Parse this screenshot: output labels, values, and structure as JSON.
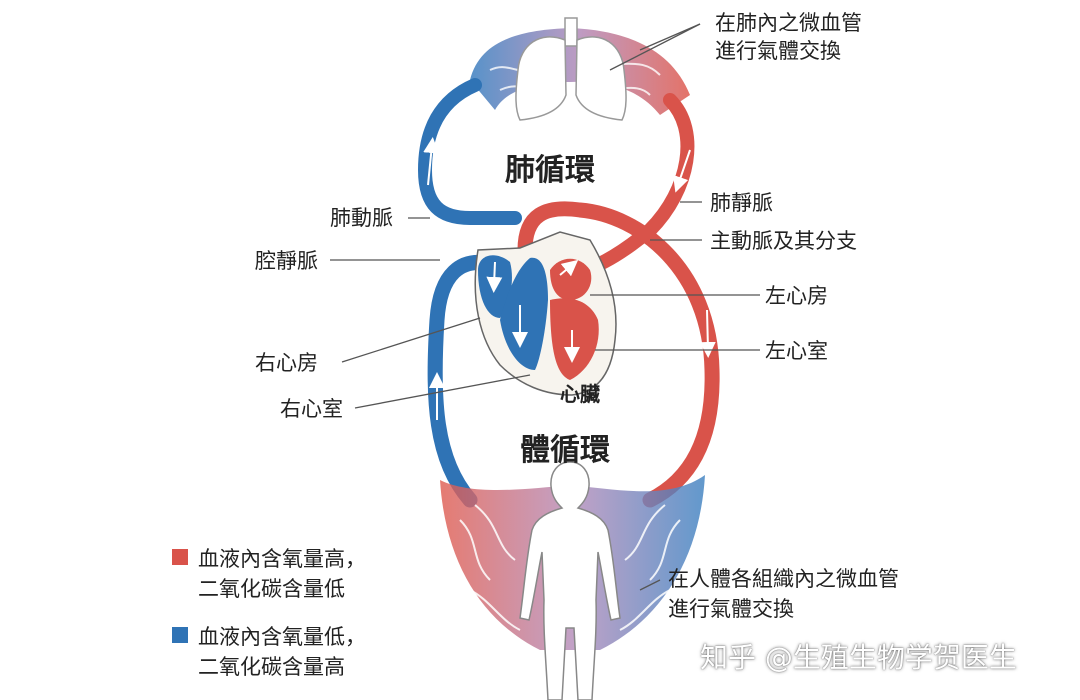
{
  "labels": {
    "lung_capillary_line1": "在肺內之微血管",
    "lung_capillary_line2": "進行氣體交換",
    "pulmonary_circulation": "肺循環",
    "pulmonary_artery": "肺動脈",
    "pulmonary_vein": "肺靜脈",
    "aorta": "主動脈及其分支",
    "vena_cava": "腔靜脈",
    "left_atrium": "左心房",
    "left_ventricle": "左心室",
    "right_atrium": "右心房",
    "right_ventricle": "右心室",
    "heart": "心臟",
    "systemic_circulation": "體循環",
    "body_capillary_line1": "在人體各組織內之微血管",
    "body_capillary_line2": "進行氣體交換"
  },
  "legend": [
    {
      "line1": "血液內含氧量高，",
      "line2": "二氧化碳含量低",
      "color": "#d9534a"
    },
    {
      "line1": "血液內含氧量低，",
      "line2": "二氧化碳含量高",
      "color": "#2f73b5"
    }
  ],
  "watermark": "知乎 @生殖生物学贺医生",
  "colors": {
    "oxygenated": "#d9534a",
    "deoxygenated": "#2f73b5"
  }
}
